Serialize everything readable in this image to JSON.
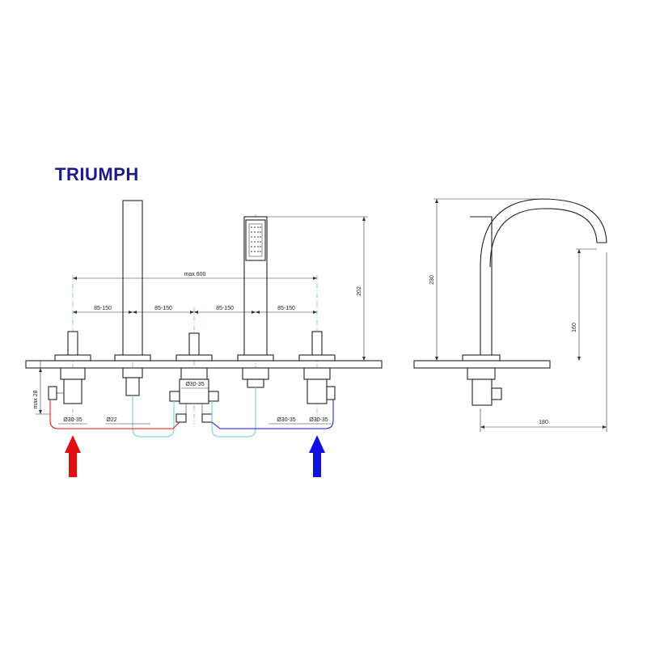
{
  "title": "TRIUMPH",
  "front": {
    "max_spacing": "max 600",
    "spacing_1": "85-150",
    "spacing_2": "85-150",
    "spacing_3": "85-150",
    "spacing_4": "85-150",
    "height_right": "202",
    "deck_thickness": "max 28",
    "hole_left": "Ø30-35",
    "hole_spout": "Ø22",
    "hole_center": "Ø30-35",
    "hole_diverter": "Ø30-35",
    "hole_right": "Ø30-35"
  },
  "side": {
    "height_total": "230",
    "height_outlet": "160",
    "reach": "180"
  },
  "colors": {
    "hot": "#e01010",
    "cold": "#1010e0",
    "hose": "#7fd4e0",
    "title": "#1a1a8a"
  },
  "icons": {
    "hot_inlet": "hot-water-arrow-icon",
    "cold_inlet": "cold-water-arrow-icon"
  }
}
